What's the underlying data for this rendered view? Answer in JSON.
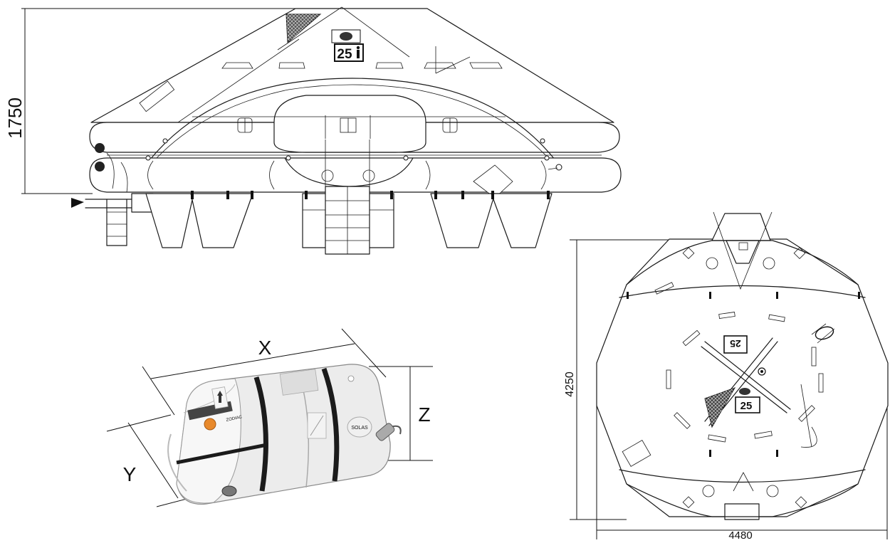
{
  "dimensions": {
    "side_height": "1750",
    "top_length": "4250",
    "top_width": "4480",
    "canister_x": "X",
    "canister_y": "Y",
    "canister_z": "Z"
  },
  "labels": {
    "capacity": "25",
    "capacity_plan": "25",
    "brand": "ZODIAC",
    "canister_solas": "SOLAS"
  },
  "colors": {
    "line": "#1a1a1a",
    "canister_body": "#e9e9e9",
    "canister_strap": "#1b1b1b",
    "logo_orange": "#e8892b"
  }
}
